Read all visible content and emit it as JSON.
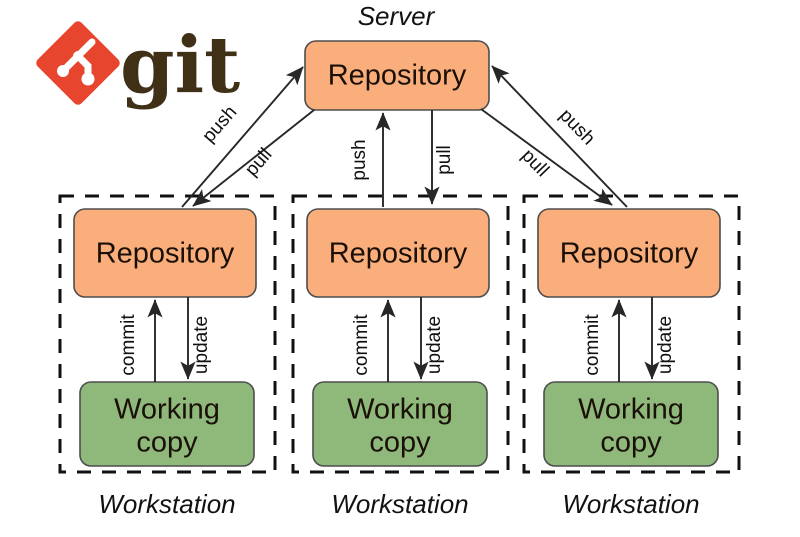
{
  "brand": {
    "logo_icon": "git-logo-icon",
    "wordmark": "git",
    "logo_color": "#e8452f",
    "wordmark_color": "#3f3016"
  },
  "colors": {
    "repository_fill": "#faae7b",
    "working_copy_fill": "#8fb97b",
    "node_stroke": "#4d4d4d",
    "zone_stroke": "#111111",
    "arrow_stroke": "#272727",
    "background": "#ffffff"
  },
  "server": {
    "label": "Server",
    "repository_label": "Repository"
  },
  "workstations": [
    {
      "zone_label": "Workstation",
      "repository_label": "Repository",
      "working_copy_label": "Working\ncopy",
      "working_copy_line1": "Working",
      "working_copy_line2": "copy",
      "local_edges": [
        {
          "label": "commit",
          "direction": "up",
          "from": "Working copy",
          "to": "Repository"
        },
        {
          "label": "update",
          "direction": "down",
          "from": "Repository",
          "to": "Working copy"
        }
      ],
      "server_edges": [
        {
          "label": "push",
          "direction": "up-right",
          "from": "Repository",
          "to": "Server Repository"
        },
        {
          "label": "pull",
          "direction": "down-left",
          "from": "Server Repository",
          "to": "Repository"
        }
      ]
    },
    {
      "zone_label": "Workstation",
      "repository_label": "Repository",
      "working_copy_label": "Working\ncopy",
      "working_copy_line1": "Working",
      "working_copy_line2": "copy",
      "local_edges": [
        {
          "label": "commit",
          "direction": "up",
          "from": "Working copy",
          "to": "Repository"
        },
        {
          "label": "update",
          "direction": "down",
          "from": "Repository",
          "to": "Working copy"
        }
      ],
      "server_edges": [
        {
          "label": "push",
          "direction": "up",
          "from": "Repository",
          "to": "Server Repository"
        },
        {
          "label": "pull",
          "direction": "down",
          "from": "Server Repository",
          "to": "Repository"
        }
      ]
    },
    {
      "zone_label": "Workstation",
      "repository_label": "Repository",
      "working_copy_label": "Working\ncopy",
      "working_copy_line1": "Working",
      "working_copy_line2": "copy",
      "local_edges": [
        {
          "label": "commit",
          "direction": "up",
          "from": "Working copy",
          "to": "Repository"
        },
        {
          "label": "update",
          "direction": "down",
          "from": "Repository",
          "to": "Working copy"
        }
      ],
      "server_edges": [
        {
          "label": "push",
          "direction": "up-left",
          "from": "Repository",
          "to": "Server Repository"
        },
        {
          "label": "pull",
          "direction": "down-right",
          "from": "Server Repository",
          "to": "Repository"
        }
      ]
    }
  ]
}
